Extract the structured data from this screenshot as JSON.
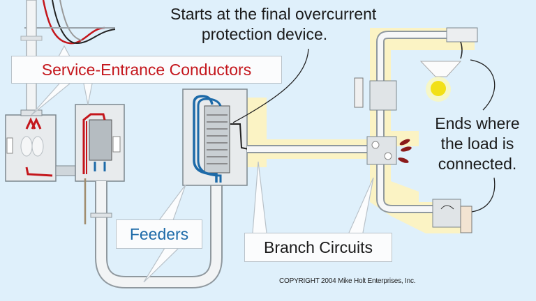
{
  "diagram": {
    "title": "Service, feeder and branch circuit conductors",
    "labels": {
      "service_entrance": "Service-Entrance Conductors",
      "feeders": "Feeders",
      "branch_circuits": "Branch Circuits"
    },
    "annotations": {
      "start_line1": "Starts at the final overcurrent",
      "start_line2": "protection device.",
      "end_line1": "Ends where",
      "end_line2": "the load is",
      "end_line3": "connected."
    },
    "copyright": "COPYRIGHT 2004  Mike Holt Enterprises, Inc.",
    "colors": {
      "background": "#dff0fb",
      "service_conductor": "#c4161c",
      "feeder_conductor": "#1d6aa8",
      "branch_highlight": "#fbf3c4",
      "conduit": "#f2f4f5"
    },
    "components": [
      "service-mast",
      "meter-base",
      "service-disconnect",
      "panelboard",
      "junction-box",
      "switch-box",
      "ceiling-box",
      "light-fixture",
      "receptacle-box"
    ]
  }
}
